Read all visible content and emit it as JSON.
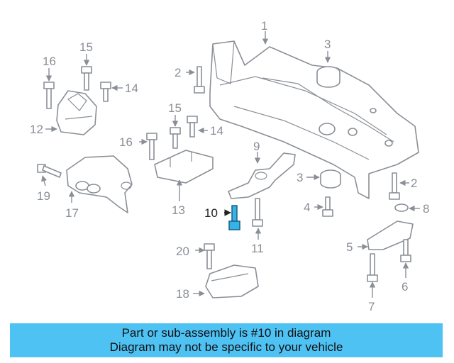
{
  "diagram": {
    "highlight_color": "#4fc2f4",
    "highlighted_part": "10",
    "callouts": [
      "1",
      "2",
      "3",
      "4",
      "5",
      "6",
      "7",
      "8",
      "9",
      "10",
      "11",
      "12",
      "13",
      "14",
      "15",
      "16",
      "17",
      "18",
      "19",
      "20"
    ]
  },
  "banner": {
    "line1": "Part or sub-assembly is #10 in diagram",
    "line2": "Diagram may not be specific to your vehicle"
  }
}
